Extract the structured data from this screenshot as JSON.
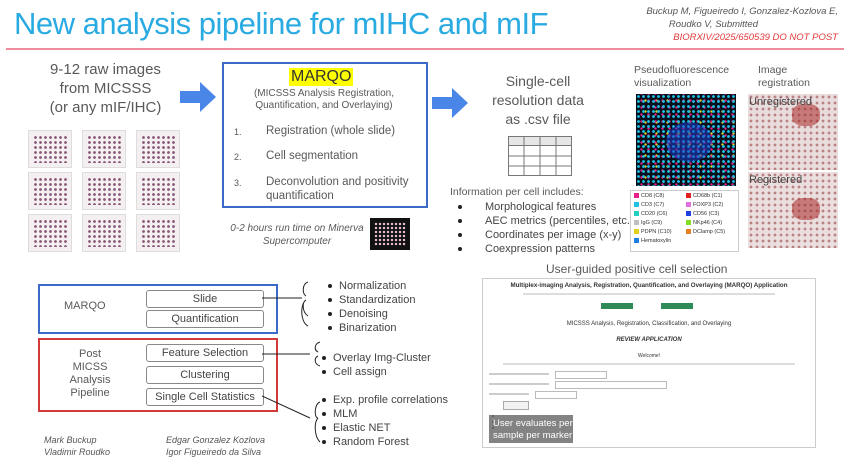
{
  "title": "New analysis pipeline for mIHC and mIF",
  "citation": {
    "line1": "Buckup M, Figueiredo I, Gonzalez-Kozlova E,",
    "line2": "Roudko V, Submitted",
    "line3": "BIORXIV/2025/650539 DO NOT POST"
  },
  "raw_images": {
    "line1": "9-12 raw images",
    "line2": "from MICSSS",
    "line3": "(or any mIF/IHC)"
  },
  "marqo": {
    "name": "MARQO",
    "subtitle_line1": "(MICSSS Analysis Registration,",
    "subtitle_line2": "Quantification, and Overlaying)",
    "steps": [
      {
        "num": "1.",
        "text": "Registration (whole slide)"
      },
      {
        "num": "2.",
        "text": "Cell segmentation"
      },
      {
        "num": "3.",
        "text_line1": "Deconvolution and positivity",
        "text_line2": "quantification"
      }
    ],
    "runtime_line1": "0-2 hours run time on Minerva",
    "runtime_line2": "Supercomputer"
  },
  "single_cell": {
    "line1": "Single-cell",
    "line2": "resolution data",
    "line3": "as .csv file"
  },
  "info": {
    "heading": "Information per cell includes:",
    "items": [
      "Morphological features",
      "AEC metrics (percentiles, etc.)",
      "Coordinates per image (x-y)",
      "Coexpression patterns"
    ]
  },
  "pseudo": {
    "line1": "Pseudofluorescence",
    "line2": "visualization"
  },
  "legend": {
    "left": [
      "CD8 (C8)",
      "CD3 (C7)",
      "CD20 (C6)",
      "IgG (C9)",
      "PDPN (C10)",
      "Hematoxylin"
    ],
    "right": [
      "CD68b (C1)",
      "FOXP3 (C2)",
      "CD56 (C3)",
      "NKp46 (C4)",
      "DClamp (C5)"
    ],
    "left_colors": [
      "#e8208c",
      "#20c0e0",
      "#20d0c0",
      "#c0c0c0",
      "#e0d020",
      "#1f7fe0"
    ],
    "right_colors": [
      "#e02020",
      "#e070e0",
      "#2040e0",
      "#80e020",
      "#e08020"
    ]
  },
  "registration": {
    "line1": "Image",
    "line2": "registration",
    "unregistered": "Unregistered",
    "registered": "Registered"
  },
  "user_guided": {
    "heading": "User-guided positive cell selection",
    "app_title": "Multiplex-imaging Analysis, Registration, Quantification, and Overlaying (MARQO) Application",
    "app_sub": "MICSSS Analysis, Registration, Classification, and Overlaying",
    "review": "REVIEW APPLICATION",
    "welcome": "Welcome!",
    "overlay_line1": "User evaluates per",
    "overlay_line2": "sample per marker"
  },
  "bottom": {
    "marqo_label": "MARQO",
    "marqo_pills": [
      "Slide",
      "Quantification"
    ],
    "post_label": [
      "Post",
      "MICSS",
      "Analysis",
      "Pipeline"
    ],
    "post_pills": [
      "Feature Selection",
      "Clustering",
      "Single Cell Statistics"
    ],
    "group1": [
      "Normalization",
      "Standardization",
      "Denoising",
      "Binarization"
    ],
    "group2": [
      "Overlay Img-Cluster",
      "Cell assign"
    ],
    "group3": [
      "Exp. profile correlations",
      "MLM",
      "Elastic NET",
      "Random Forest"
    ]
  },
  "authors": {
    "left1": "Mark Buckup",
    "left2": "Vladimir Roudko",
    "right1": "Edgar Gonzalez Kozlova",
    "right2": "Igor Figueiredo da Silva"
  },
  "colors": {
    "title": "#29abe2",
    "arrow": "#4a86e8",
    "blue_box": "#3b6bc4",
    "red_box": "#d23a3a",
    "highlight": "#ffff00",
    "cite_red": "#e23a3a"
  }
}
